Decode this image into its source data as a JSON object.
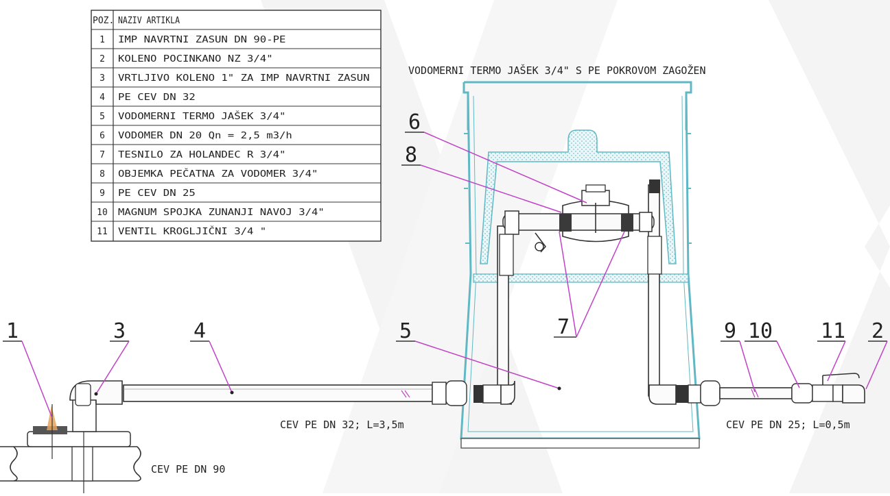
{
  "title": "VODOMERNI TERMO JAŠEK 3/4\" S PE POKROVOM ZAGOŽEN",
  "table": {
    "header": [
      "POZ.",
      "NAZIV ARTIKLA"
    ],
    "rows": [
      [
        "1",
        "IMP NAVRTNI ZASUN DN 90-PE"
      ],
      [
        "2",
        "KOLENO POCINKANO NZ 3/4\""
      ],
      [
        "3",
        "VRTLJIVO KOLENO 1\" ZA IMP NAVRTNI ZASUN"
      ],
      [
        "4",
        "PE CEV DN 32"
      ],
      [
        "5",
        "VODOMERNI TERMO JAŠEK 3/4\""
      ],
      [
        "6",
        "VODOMER DN 20 Qn = 2,5 m3/h"
      ],
      [
        "7",
        "TESNILO ZA HOLANDEC R 3/4\""
      ],
      [
        "8",
        "OBJEMKA PEČATNA ZA VODOMER 3/4\""
      ],
      [
        "9",
        "PE CEV DN 25"
      ],
      [
        "10",
        "MAGNUM SPOJKA ZUNANJI NAVOJ 3/4\""
      ],
      [
        "11",
        "VENTIL KROGLJIČNI 3/4 \""
      ]
    ]
  },
  "labels": {
    "pipe_32": "CEV PE DN 32; L=3,5m",
    "pipe_25": "CEV PE DN 25; L=0,5m",
    "pipe_90": "CEV PE DN 90"
  },
  "callouts": [
    "1",
    "3",
    "4",
    "5",
    "6",
    "7",
    "8",
    "9",
    "10",
    "11",
    "2"
  ],
  "colors": {
    "leader": "#c042c6",
    "shaft": "#5fb8c4",
    "ink": "#333333"
  }
}
